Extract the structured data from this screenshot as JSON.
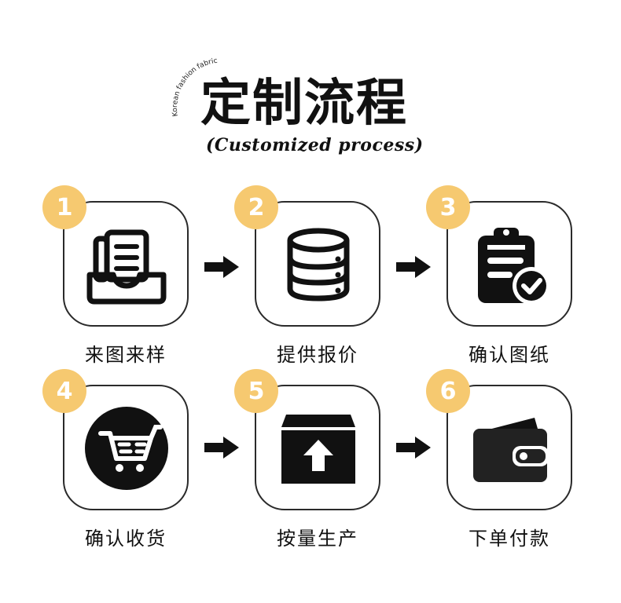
{
  "header": {
    "curved_text": "Korean fashion fabric",
    "title": "定制流程",
    "subtitle": "(Customized process)"
  },
  "steps": [
    {
      "number": "1",
      "label": "来图来样",
      "icon": "document-tray-icon"
    },
    {
      "number": "2",
      "label": "提供报价",
      "icon": "database-icon"
    },
    {
      "number": "3",
      "label": "确认图纸",
      "icon": "clipboard-check-icon"
    },
    {
      "number": "4",
      "label": "确认收货",
      "icon": "shopping-cart-icon"
    },
    {
      "number": "5",
      "label": "按量生产",
      "icon": "box-upload-icon"
    },
    {
      "number": "6",
      "label": "下单付款",
      "icon": "wallet-icon"
    }
  ],
  "colors": {
    "badge": "#f6c970",
    "border": "#2a2a2a",
    "icon": "#111111"
  }
}
